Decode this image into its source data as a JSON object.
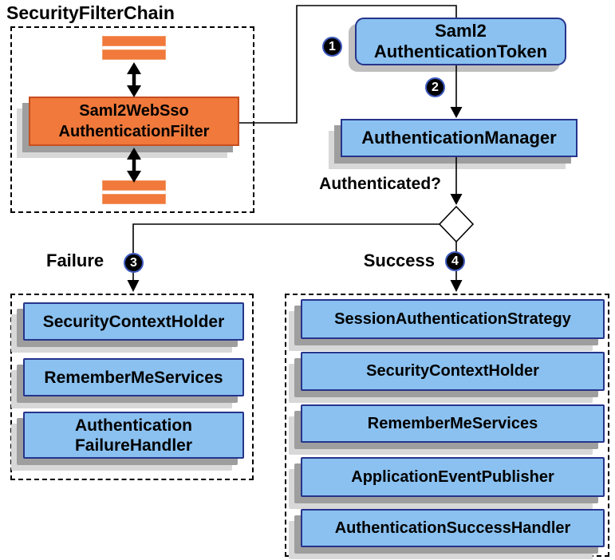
{
  "colors": {
    "orange_fill": "#F0793B",
    "orange_border": "#C74E21",
    "orange_bar_border": "#F59C6B",
    "blue_fill": "#8AC1F0",
    "blue_border": "#26348B",
    "shadow_dark": "#9E9E9E",
    "shadow_light": "#D8D8D8",
    "token_shadow": "#BFBFBF",
    "badge_fill": "#000000",
    "badge_text": "#FFFFFF",
    "badge_ring": "#3F5BBF",
    "line_color": "#000000",
    "text_color": "#000000",
    "background": "#FFFFFF"
  },
  "filter_chain": {
    "title": "SecurityFilterChain",
    "filter": {
      "line1": "Saml2WebSso",
      "line2": "AuthenticationFilter"
    }
  },
  "flow": {
    "token": {
      "line1": "Saml2",
      "line2": "AuthenticationToken",
      "badge": "1"
    },
    "manager": {
      "label": "AuthenticationManager",
      "badge": "2"
    },
    "authenticated_label": "Authenticated?"
  },
  "failure_branch": {
    "label": "Failure",
    "badge": "3",
    "items": [
      {
        "line1": "SecurityContextHolder"
      },
      {
        "line1": "RememberMeServices"
      },
      {
        "line1": "Authentication",
        "line2": "FailureHandler"
      }
    ]
  },
  "success_branch": {
    "label": "Success",
    "badge": "4",
    "items": [
      {
        "line1": "SessionAuthenticationStrategy"
      },
      {
        "line1": "SecurityContextHolder"
      },
      {
        "line1": "RememberMeServices"
      },
      {
        "line1": "ApplicationEventPublisher"
      },
      {
        "line1": "AuthenticationSuccessHandler"
      }
    ]
  }
}
